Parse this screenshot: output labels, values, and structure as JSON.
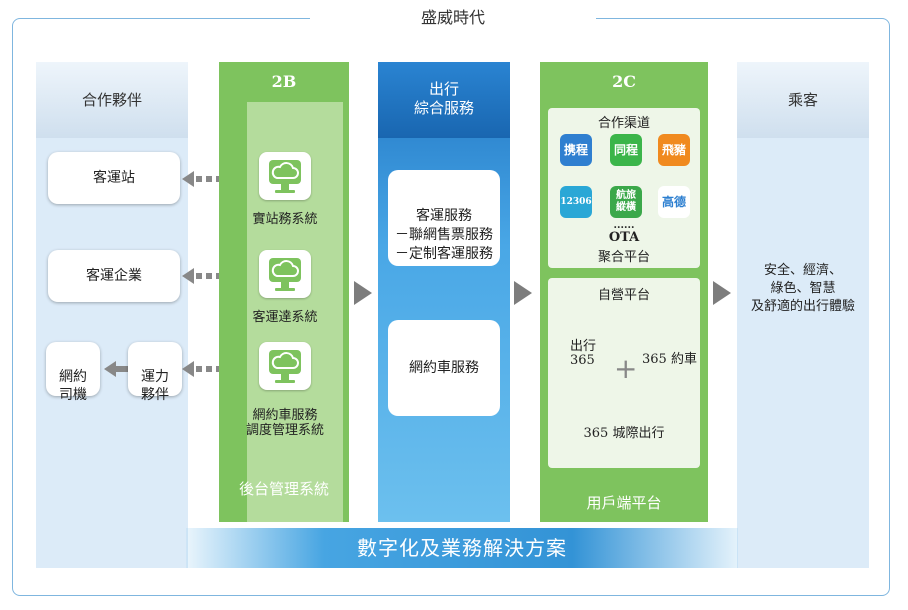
{
  "title": "盛威時代",
  "partners": {
    "header": "合作夥伴",
    "items": [
      "客運站",
      "客運企業",
      "網約\n司機",
      "運力\n夥伴"
    ]
  },
  "col_2b": {
    "header": "2B",
    "systems": [
      "實站務系統",
      "客運達系統",
      "網約車服務\n調度管理系統"
    ],
    "footer": "後台管理系統"
  },
  "col_services": {
    "header": "出行\n綜合服務",
    "box1": "客運服務\n－聯網售票服務\n－定制客運服務",
    "box2": "網約車服務"
  },
  "col_2c": {
    "header": "2C",
    "channels_title": "合作渠道",
    "channels": [
      {
        "label": "携程",
        "color": "#2f7fd0"
      },
      {
        "label": "同程",
        "color": "#3bb54a"
      },
      {
        "label": "飛豬",
        "color": "#f08a1f"
      },
      {
        "label": "12306",
        "color": "#2aa7d6"
      },
      {
        "label": "航旅\n縱橫",
        "color": "#3ba84a"
      },
      {
        "label": "高德",
        "color": "#ffffff",
        "text_color": "#2d7fd0"
      }
    ],
    "ota_dots": "......",
    "ota": "OTA",
    "ota_sub": "聚合平台",
    "self_title": "自營平台",
    "self_items": [
      "出行\n365",
      "365 約車",
      "365 城際出行"
    ],
    "plus": "+",
    "footer": "用戶端平台"
  },
  "passengers": {
    "header": "乘客",
    "desc": "安全、經濟、\n綠色、智慧\n及舒適的出行體驗"
  },
  "banner": "數字化及業務解決方案",
  "icons": {
    "system_icon": "cloud-monitor-icon"
  }
}
